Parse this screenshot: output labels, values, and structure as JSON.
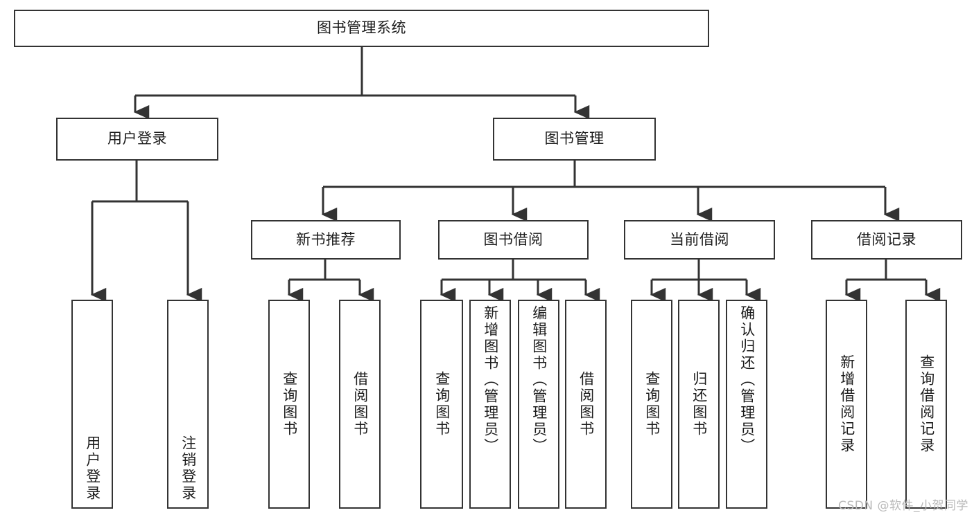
{
  "diagram": {
    "title": "图书管理系统",
    "type": "tree-hierarchy",
    "root": {
      "id": "root",
      "label": "图书管理系统"
    },
    "level2": [
      {
        "id": "login",
        "label": "用户登录"
      },
      {
        "id": "bookmgmt",
        "label": "图书管理"
      }
    ],
    "level3": [
      {
        "id": "newbook",
        "label": "新书推荐",
        "parent": "bookmgmt"
      },
      {
        "id": "borrow",
        "label": "图书借阅",
        "parent": "bookmgmt"
      },
      {
        "id": "current",
        "label": "当前借阅",
        "parent": "bookmgmt"
      },
      {
        "id": "record",
        "label": "借阅记录",
        "parent": "bookmgmt"
      }
    ],
    "leaves": [
      {
        "id": "leaf-1",
        "label": "用户登录",
        "parent": "login"
      },
      {
        "id": "leaf-2",
        "label": "注销登录",
        "parent": "login"
      },
      {
        "id": "leaf-3",
        "label": "查询图书",
        "parent": "newbook"
      },
      {
        "id": "leaf-4",
        "label": "借阅图书",
        "parent": "newbook"
      },
      {
        "id": "leaf-5",
        "label": "查询图书",
        "parent": "borrow"
      },
      {
        "id": "leaf-6",
        "label": "新增图书（管理员）",
        "parent": "borrow"
      },
      {
        "id": "leaf-7",
        "label": "编辑图书（管理员）",
        "parent": "borrow"
      },
      {
        "id": "leaf-8",
        "label": "借阅图书",
        "parent": "borrow"
      },
      {
        "id": "leaf-9",
        "label": "查询图书",
        "parent": "current"
      },
      {
        "id": "leaf-10",
        "label": "归还图书",
        "parent": "current"
      },
      {
        "id": "leaf-11",
        "label": "确认归还（管理员）",
        "parent": "current"
      },
      {
        "id": "leaf-12",
        "label": "新增借阅记录",
        "parent": "record"
      },
      {
        "id": "leaf-13",
        "label": "查询借阅记录",
        "parent": "record"
      }
    ],
    "colors": {
      "background": "#ffffff",
      "box_border": "#333333",
      "box_fill": "#ffffff",
      "text": "#1c1c1c",
      "edge": "#333333",
      "watermark": "#b9b9b9"
    }
  },
  "watermark": {
    "text": "CSDN @软件_小贺同学"
  }
}
